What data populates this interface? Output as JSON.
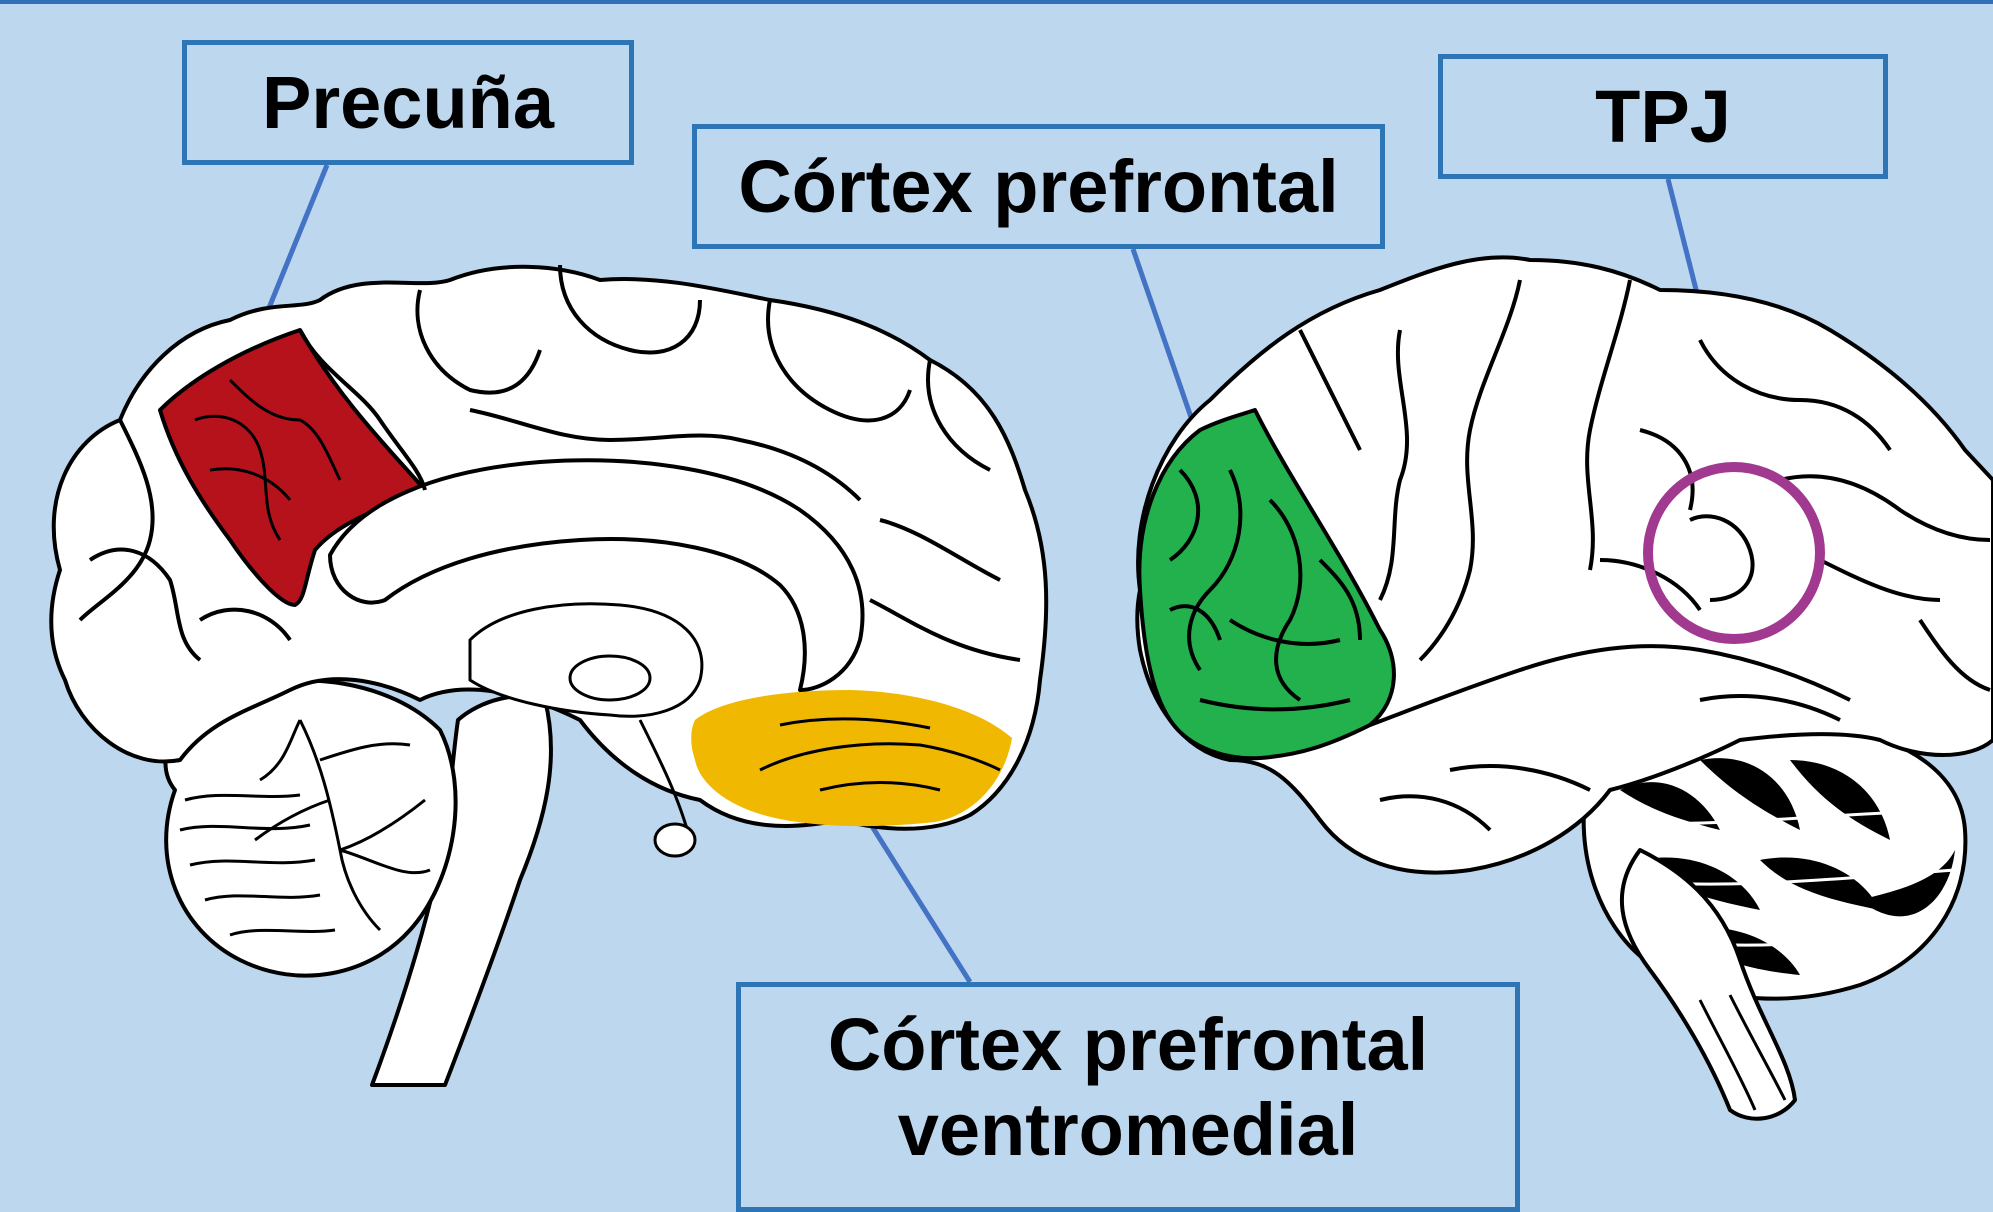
{
  "labels": {
    "precuneus": "Precuña",
    "prefrontal_cortex": "Córtex prefrontal",
    "tpj": "TPJ",
    "vmpfc": "Córtex prefrontal\nventromedial"
  },
  "colors": {
    "background": "#bdd7ee",
    "box_border": "#2e75b6",
    "precuneus": "#b5121b",
    "prefrontal": "#22b14c",
    "vmpfc": "#f0b800",
    "tpj_ring": "#a0398f"
  }
}
